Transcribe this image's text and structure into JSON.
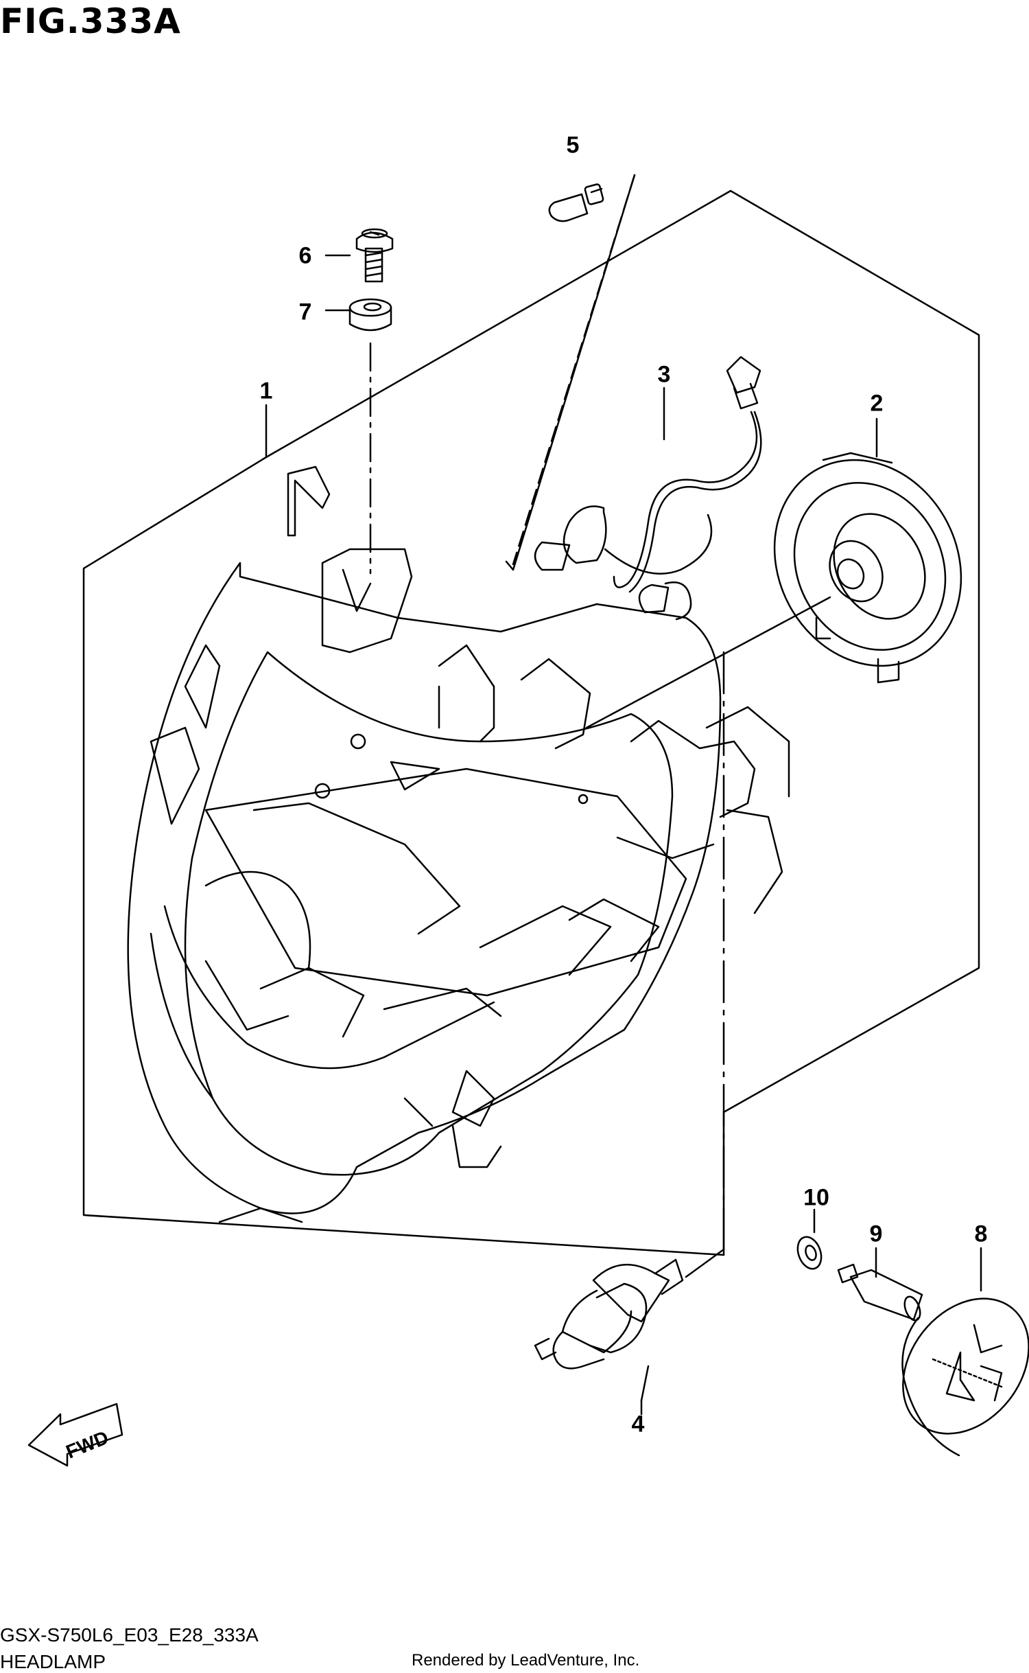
{
  "figure": {
    "title": "FIG.333A",
    "code": "GSX-S750L6_E03_E28_333A",
    "name": "HEADLAMP",
    "credit": "Rendered by LeadVenture, Inc.",
    "fwd_label": "FWD"
  },
  "callouts": [
    "1",
    "2",
    "3",
    "4",
    "5",
    "6",
    "7",
    "8",
    "9",
    "10"
  ],
  "parts": [
    {
      "no": "1",
      "icon": "headlamp-assembly"
    },
    {
      "no": "2",
      "icon": "dust-cover"
    },
    {
      "no": "3",
      "icon": "wiring-harness"
    },
    {
      "no": "4",
      "icon": "headlamp-bulb"
    },
    {
      "no": "5",
      "icon": "position-bulb"
    },
    {
      "no": "6",
      "icon": "screw"
    },
    {
      "no": "7",
      "icon": "grommet"
    },
    {
      "no": "8",
      "icon": "reflector-lens"
    },
    {
      "no": "9",
      "icon": "spacer"
    },
    {
      "no": "10",
      "icon": "washer"
    }
  ]
}
